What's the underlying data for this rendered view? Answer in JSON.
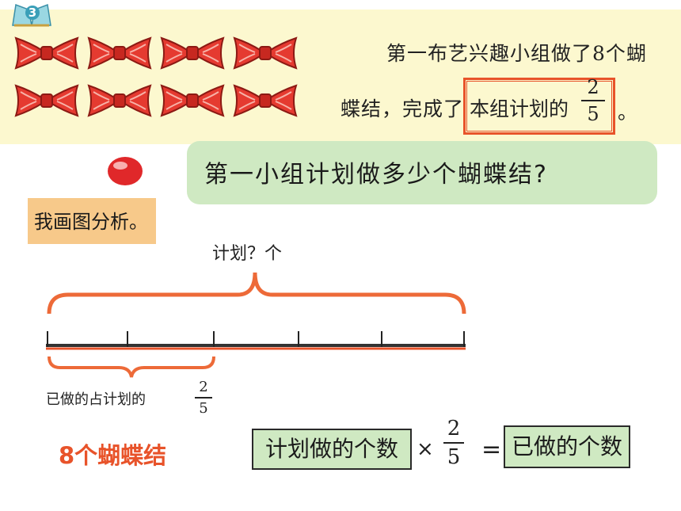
{
  "badge": {
    "number": "3"
  },
  "problem": {
    "line1": "第一布艺兴趣小组做了8个蝴",
    "line2_prefix": "蝶结，完成了",
    "highlight": "本组计划的",
    "fraction": {
      "numerator": "2",
      "denominator": "5"
    },
    "period": "。"
  },
  "question": {
    "text": "第一小组计划做多少个蝴蝶结?"
  },
  "analyze": {
    "label": "我画图分析。"
  },
  "diagram": {
    "plan_label": "计划？个",
    "done_label": "已做的占计划的",
    "done_fraction": {
      "numerator": "2",
      "denominator": "5"
    },
    "segments": 5,
    "done_segments": 2
  },
  "bow_count": "8个蝴蝶结",
  "equation": {
    "left_box": "计划做的个数",
    "times": "×",
    "fraction": {
      "numerator": "2",
      "denominator": "5"
    },
    "equals": "=",
    "right_box": "已做的个数"
  },
  "icons": [
    "bow-tie-icon",
    "red-ball-icon",
    "book-badge-icon"
  ],
  "colors": {
    "accent": "#e8532a",
    "band": "#fcf8cf",
    "green_box": "#cfe9c2",
    "orange_box": "#f7c98a"
  }
}
